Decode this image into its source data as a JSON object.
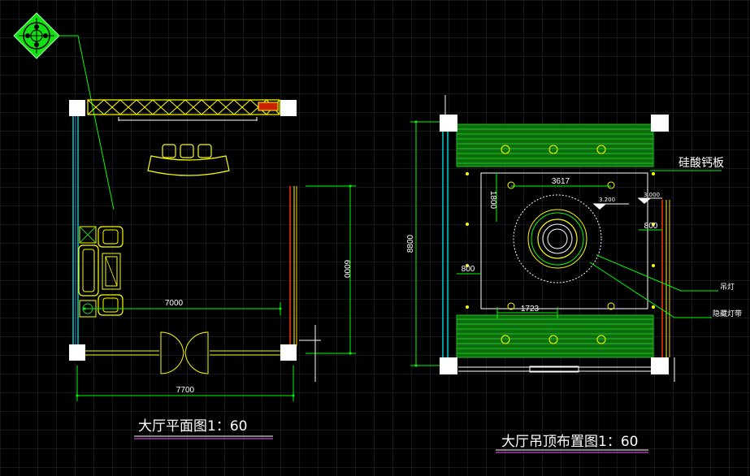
{
  "colors": {
    "background": "#000000",
    "grid": "#2a2f3a",
    "dimension": "#00ff00",
    "wall": "#ffffff",
    "furniture": "#ffff00",
    "glass": "#00ffff",
    "ceiling_fill": "#1a8a1a",
    "title_underline": "#cc44cc"
  },
  "plan": {
    "title": "大厅平面图1：60",
    "dim_bottom": "7700",
    "dim_inner": "7000",
    "dim_right": "6000"
  },
  "ceiling": {
    "title": "大厅吊顶布置图1：60",
    "dim_left": "8800",
    "dim_top_inner": "3617",
    "dim_vertical_inner": "1800",
    "dim_left_offset": "800",
    "dim_right_offset": "800",
    "dim_bottom_inner": "1723",
    "level_left": "3.200",
    "level_right": "3.000",
    "material_label": "硅酸钙板",
    "label_lamp": "吊灯",
    "label_strip": "隐藏灯带"
  },
  "logo": {
    "icon": "compass-rose-icon"
  }
}
